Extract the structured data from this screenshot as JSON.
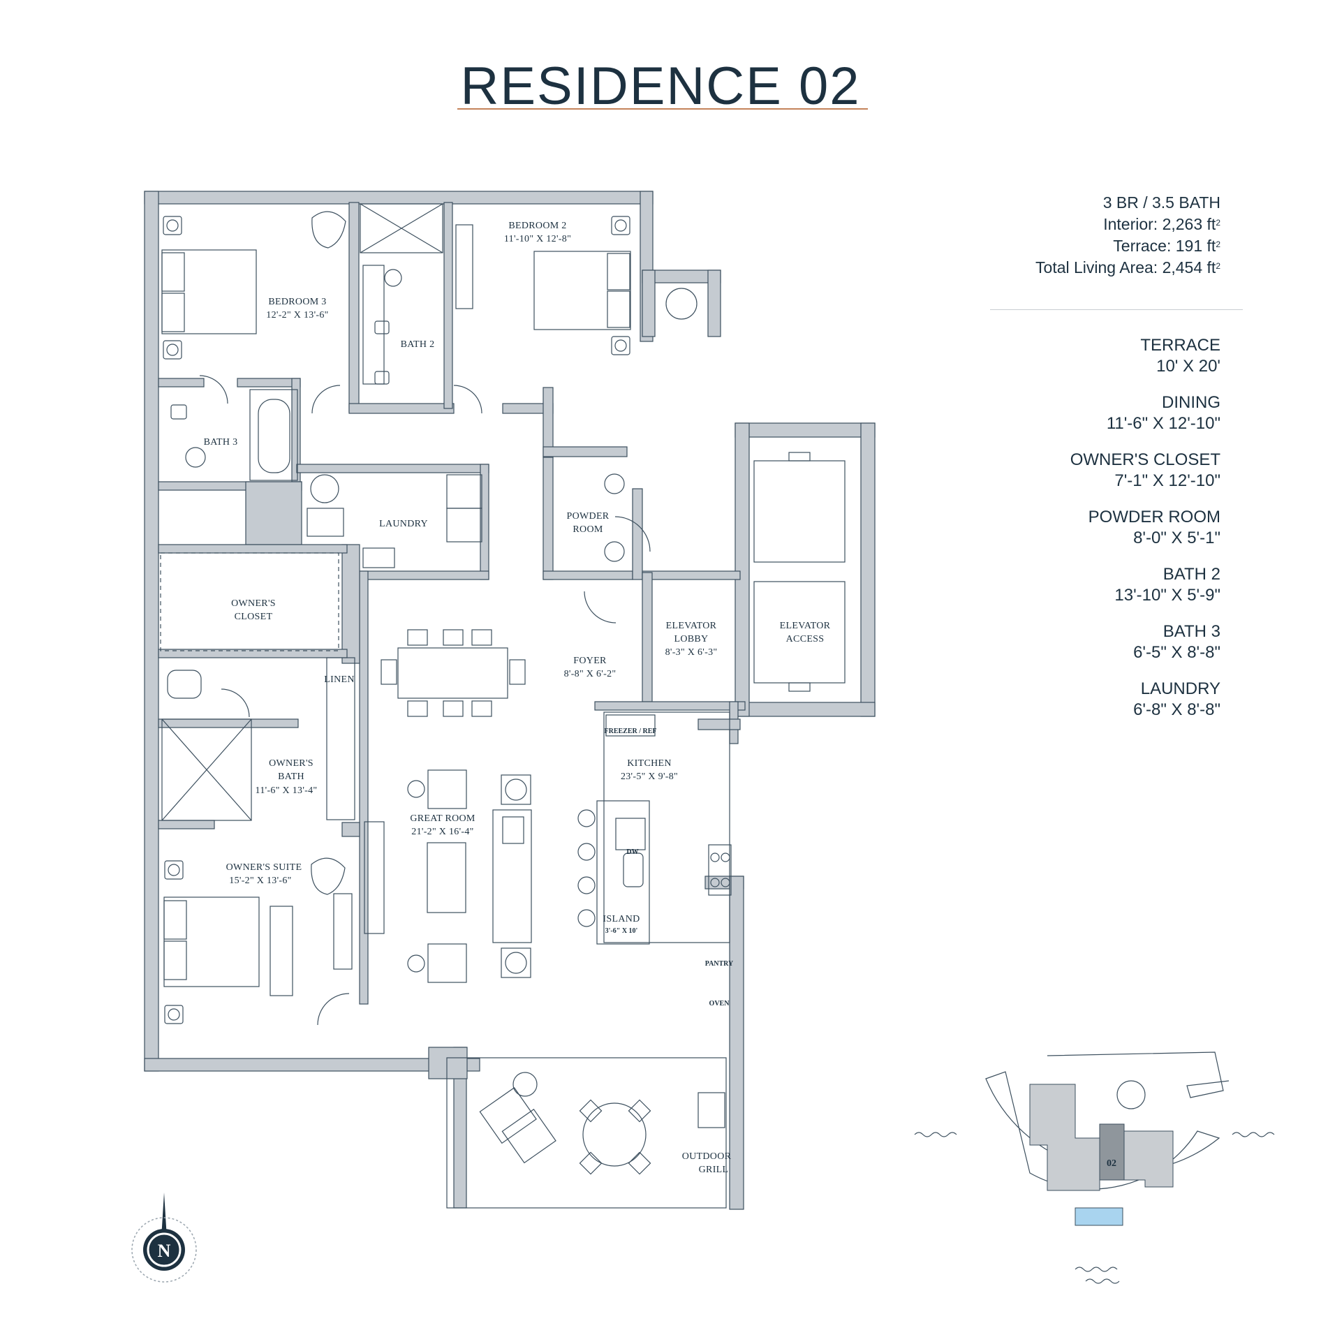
{
  "title": "RESIDENCE 02",
  "summary": {
    "beds_baths": "3 BR / 3.5 BATH",
    "interior": "Interior: 2,263 ft",
    "terrace": "Terrace: 191 ft",
    "total": "Total Living Area: 2,454 ft",
    "sup": "2"
  },
  "dimensions": [
    {
      "name": "TERRACE",
      "size": "10' X 20'"
    },
    {
      "name": "DINING",
      "size": "11'-6\" X 12'-10\""
    },
    {
      "name": "OWNER'S CLOSET",
      "size": "7'-1\" X 12'-10\""
    },
    {
      "name": "POWDER ROOM",
      "size": "8'-0\" X 5'-1\""
    },
    {
      "name": "BATH 2",
      "size": "13'-10\" X 5'-9\""
    },
    {
      "name": "BATH 3",
      "size": "6'-5\" X 8'-8\""
    },
    {
      "name": "LAUNDRY",
      "size": "6'-8\" X 8'-8\""
    }
  ],
  "rooms": {
    "bedroom3": {
      "name": "BEDROOM 3",
      "size": "12'-2\" X 13'-6\""
    },
    "bedroom2": {
      "name": "BEDROOM 2",
      "size": "11'-10\" X 12'-8\""
    },
    "bath2": {
      "name": "BATH 2"
    },
    "bath3": {
      "name": "BATH 3"
    },
    "laundry": {
      "name": "LAUNDRY"
    },
    "powder": {
      "line1": "POWDER",
      "line2": "ROOM"
    },
    "owners_closet": {
      "line1": "OWNER'S",
      "line2": "CLOSET"
    },
    "linen": {
      "name": "LINEN"
    },
    "owners_bath": {
      "line1": "OWNER'S",
      "line2": "BATH",
      "size": "11'-6\" X 13'-4\""
    },
    "owners_suite": {
      "name": "OWNER'S SUITE",
      "size": "15'-2\" X 13'-6\""
    },
    "foyer": {
      "name": "FOYER",
      "size": "8'-8\" X 6'-2\""
    },
    "elevator_lobby": {
      "line1": "ELEVATOR",
      "line2": "LOBBY",
      "size": "8'-3\" X 6'-3\""
    },
    "elevator_access": {
      "line1": "ELEVATOR",
      "line2": "ACCESS"
    },
    "freezer": {
      "name": "FREEZER / REF"
    },
    "kitchen": {
      "name": "KITCHEN",
      "size": "23'-5\" X 9'-8\""
    },
    "great_room": {
      "name": "GREAT ROOM",
      "size": "21'-2\" X 16'-4\""
    },
    "dw": {
      "name": "DW"
    },
    "island": {
      "name": "ISLAND",
      "size": "3'-6\" X 10'"
    },
    "pantry": {
      "name": "PANTRY"
    },
    "oven": {
      "name": "OVEN"
    },
    "outdoor_grill": {
      "line1": "OUTDOOR",
      "line2": "GRILL"
    }
  },
  "compass": {
    "letter": "N"
  },
  "keyplan": {
    "unit": "02"
  }
}
